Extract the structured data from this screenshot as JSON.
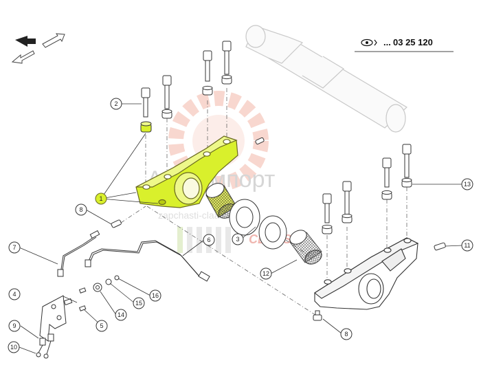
{
  "reference": {
    "prefix": "...",
    "number": "03 25 120",
    "icon": "eye-icon"
  },
  "watermark": {
    "brand": "Агроимпорт",
    "site": "zapchasti-claas.ru",
    "logo_text": "CLAAS",
    "icon": "gear-icon"
  },
  "highlight_color": "#d9f02c",
  "callouts": [
    {
      "id": "1",
      "label": "1",
      "highlighted": true
    },
    {
      "id": "2",
      "label": "2"
    },
    {
      "id": "3",
      "label": "3"
    },
    {
      "id": "4",
      "label": "4"
    },
    {
      "id": "5",
      "label": "5"
    },
    {
      "id": "6",
      "label": "6"
    },
    {
      "id": "7",
      "label": "7"
    },
    {
      "id": "8a",
      "label": "8"
    },
    {
      "id": "8b",
      "label": "8"
    },
    {
      "id": "9",
      "label": "9"
    },
    {
      "id": "10",
      "label": "10"
    },
    {
      "id": "11",
      "label": "11"
    },
    {
      "id": "12",
      "label": "12"
    },
    {
      "id": "13",
      "label": "13"
    },
    {
      "id": "14",
      "label": "14"
    },
    {
      "id": "15",
      "label": "15"
    },
    {
      "id": "16",
      "label": "16"
    }
  ],
  "nav_icons": [
    "arrow-navigation-icon"
  ]
}
